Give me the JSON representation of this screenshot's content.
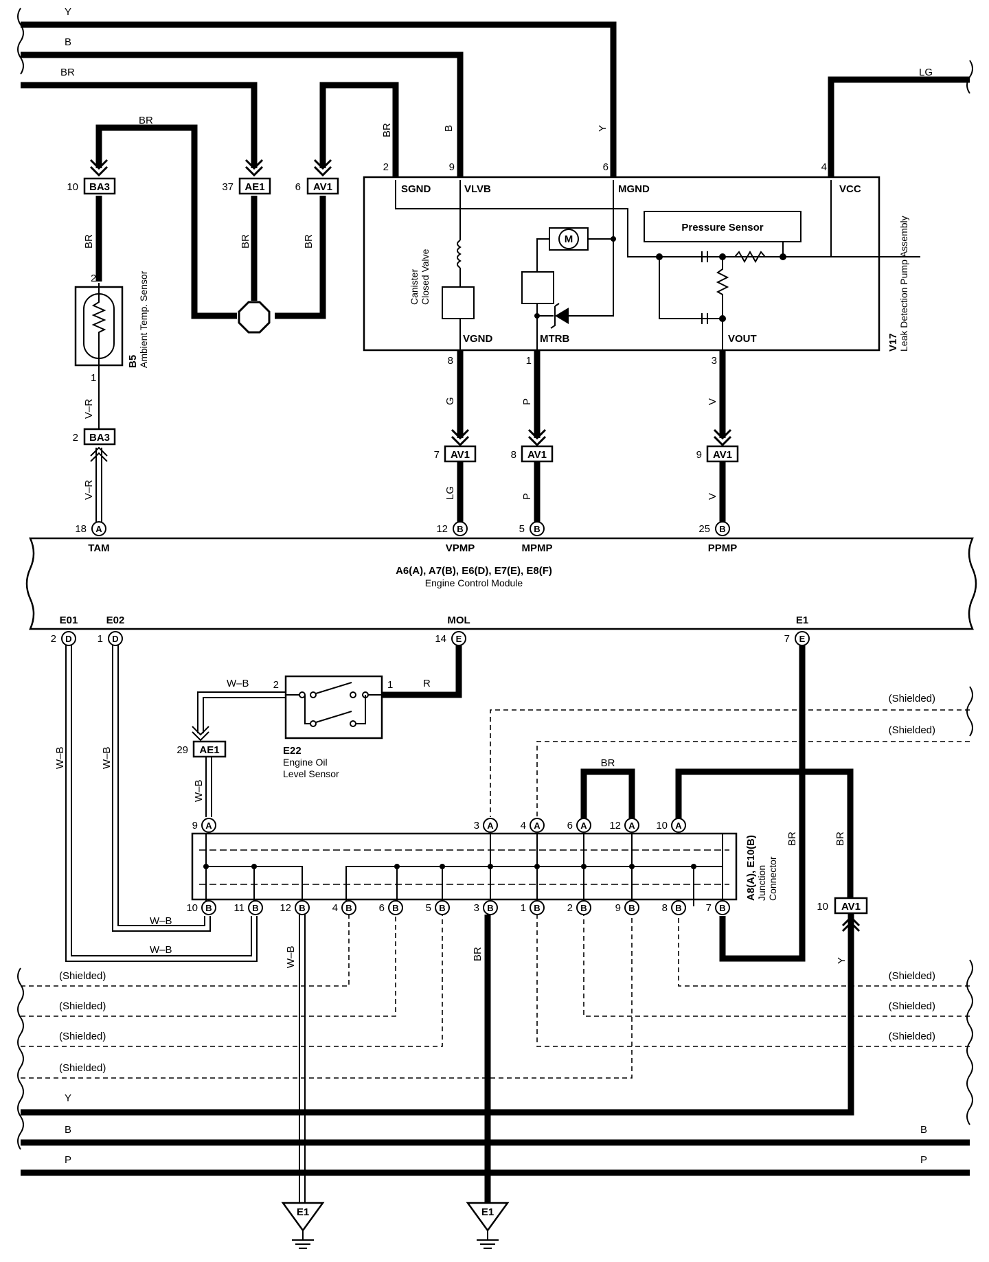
{
  "wire_colors": {
    "top_y": "Y",
    "top_b": "B",
    "top_br": "BR",
    "top_lg": "LG",
    "br_loop": "BR",
    "br_ae1": "BR",
    "br_av1": "BR",
    "br_sgnd": "BR",
    "b_vlvb": "B",
    "y_mgnd": "Y",
    "vr_1": "V–R",
    "vr_2": "V–R",
    "g_vgnd": "G",
    "lg_vpmp": "LG",
    "p_mtrb": "P",
    "p_mpmp": "P",
    "v_vout": "V",
    "v_ppmp": "V",
    "wb_sensor": "W–B",
    "r_sensor": "R",
    "wb_ae1": "W–B",
    "wb_e01": "W–B",
    "wb_e02": "W–B",
    "wb_jc10": "W–B",
    "wb_jc11": "W–B",
    "wb_ground": "W–B",
    "br_ground": "BR",
    "br_jumper": "BR",
    "br_e1": "BR",
    "br_av1_10": "BR",
    "y_av1_10": "Y",
    "bot_y": "Y",
    "bot_b": "B",
    "bot_b_r": "B",
    "bot_p": "P",
    "bot_p_r": "P"
  },
  "shielded": "(Shielded)",
  "connectors": {
    "ba3_top": {
      "pin": "10",
      "name": "BA3"
    },
    "ae1_top": {
      "pin": "37",
      "name": "AE1"
    },
    "av1_top": {
      "pin": "6",
      "name": "AV1"
    },
    "ba3_bot": {
      "pin": "2",
      "name": "BA3"
    },
    "av1_7": {
      "pin": "7",
      "name": "AV1"
    },
    "av1_8": {
      "pin": "8",
      "name": "AV1"
    },
    "av1_9": {
      "pin": "9",
      "name": "AV1"
    },
    "ae1_29": {
      "pin": "29",
      "name": "AE1"
    },
    "av1_10": {
      "pin": "10",
      "name": "AV1"
    }
  },
  "pump": {
    "code": "V17",
    "name": "Leak Detection Pump Assembly",
    "pins": {
      "sgnd": "2",
      "vlvb": "9",
      "mgnd": "6",
      "vcc": "4",
      "vgnd": "8",
      "mtrb": "1",
      "vout": "3"
    },
    "labels": {
      "sgnd": "SGND",
      "vlvb": "VLVB",
      "mgnd": "MGND",
      "vcc": "VCC",
      "vgnd": "VGND",
      "mtrb": "MTRB",
      "vout": "VOUT"
    },
    "pressure_sensor": "Pressure Sensor",
    "valve": "Canister\nClosed Valve",
    "motor": "M"
  },
  "ambient_sensor": {
    "code": "B5",
    "name": "Ambient Temp. Sensor",
    "pin_top": "2",
    "pin_bot": "1"
  },
  "ecm": {
    "title": "A6(A), A7(B), E6(D), E7(E), E8(F)",
    "name": "Engine Control Module",
    "terms": [
      {
        "pin": "18",
        "conn": "A",
        "label": "TAM"
      },
      {
        "pin": "12",
        "conn": "B",
        "label": "VPMP"
      },
      {
        "pin": "5",
        "conn": "B",
        "label": "MPMP"
      },
      {
        "pin": "25",
        "conn": "B",
        "label": "PPMP"
      },
      {
        "pin": "2",
        "conn": "D",
        "label": "E01"
      },
      {
        "pin": "1",
        "conn": "D",
        "label": "E02"
      },
      {
        "pin": "14",
        "conn": "E",
        "label": "MOL"
      },
      {
        "pin": "7",
        "conn": "E",
        "label": "E1"
      }
    ]
  },
  "oil_sensor": {
    "code": "E22",
    "name": "Engine Oil\nLevel Sensor",
    "pin_l": "2",
    "pin_r": "1"
  },
  "junction": {
    "code": "A8(A), E10(B)",
    "name": "Junction\nConnector",
    "top": [
      {
        "pin": "9",
        "c": "A"
      },
      {
        "pin": "3",
        "c": "A"
      },
      {
        "pin": "4",
        "c": "A"
      },
      {
        "pin": "6",
        "c": "A"
      },
      {
        "pin": "12",
        "c": "A"
      },
      {
        "pin": "10",
        "c": "A"
      }
    ],
    "bottom": [
      {
        "pin": "10",
        "c": "B"
      },
      {
        "pin": "11",
        "c": "B"
      },
      {
        "pin": "12",
        "c": "B"
      },
      {
        "pin": "4",
        "c": "B"
      },
      {
        "pin": "6",
        "c": "B"
      },
      {
        "pin": "5",
        "c": "B"
      },
      {
        "pin": "3",
        "c": "B"
      },
      {
        "pin": "1",
        "c": "B"
      },
      {
        "pin": "2",
        "c": "B"
      },
      {
        "pin": "9",
        "c": "B"
      },
      {
        "pin": "8",
        "c": "B"
      },
      {
        "pin": "7",
        "c": "B"
      }
    ]
  },
  "grounds": {
    "g1": "E1",
    "g2": "E1"
  }
}
